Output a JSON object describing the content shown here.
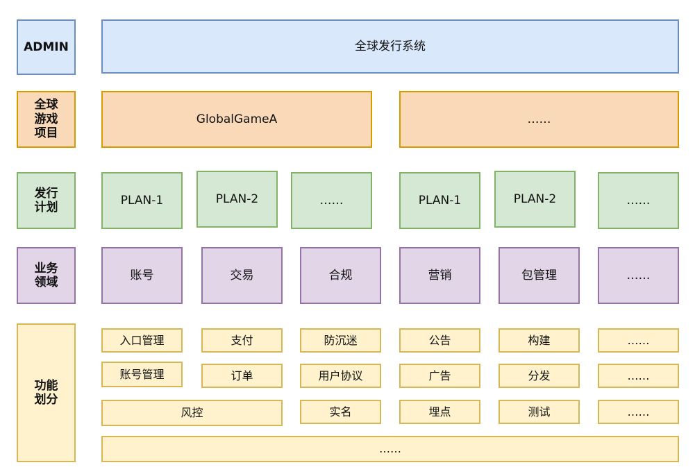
{
  "layers": {
    "admin": {
      "label": "ADMIN",
      "system": "全球发行系统"
    },
    "projects": {
      "label": "全球\n游戏\n项目",
      "items": [
        "GlobalGameA",
        "……"
      ]
    },
    "plans": {
      "label": "发行\n计划",
      "items": [
        "PLAN-1",
        "PLAN-2",
        "……",
        "PLAN-1",
        "PLAN-2",
        "……"
      ]
    },
    "domains": {
      "label": "业务\n领域",
      "items": [
        "账号",
        "交易",
        "合规",
        "营销",
        "包管理",
        "……"
      ]
    },
    "functions": {
      "label": "功能\n划分",
      "row1": [
        "入口管理",
        "支付",
        "防沉迷",
        "公告",
        "构建",
        "……"
      ],
      "row2": [
        "账号管理",
        "订单",
        "用户协议",
        "广告",
        "分发",
        "……"
      ],
      "row3": [
        "风控",
        "实名",
        "埋点",
        "测试",
        "……"
      ],
      "footer": "……"
    }
  }
}
